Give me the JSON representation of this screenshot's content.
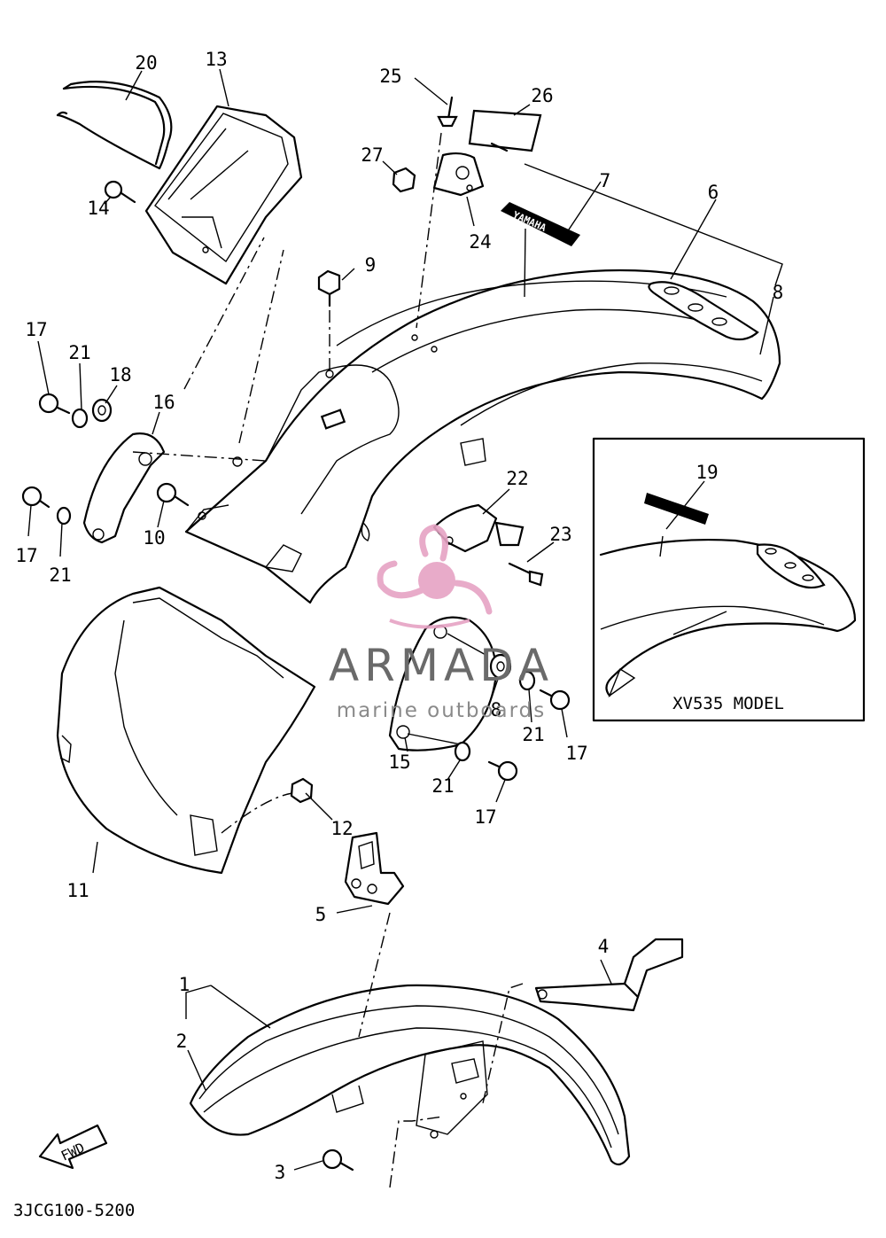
{
  "diagram": {
    "part_numbers": {
      "p1": "1",
      "p2": "2",
      "p3": "3",
      "p4": "4",
      "p5": "5",
      "p6": "6",
      "p7": "7",
      "p8": "8",
      "p8b": "8",
      "p9": "9",
      "p10": "10",
      "p11": "11",
      "p12": "12",
      "p13": "13",
      "p14": "14",
      "p15": "15",
      "p16": "16",
      "p17a": "17",
      "p17b": "17",
      "p17c": "17",
      "p17d": "17",
      "p18": "18",
      "p19": "19",
      "p20": "20",
      "p21a": "21",
      "p21b": "21",
      "p21c": "21",
      "p21d": "21",
      "p22": "22",
      "p23": "23",
      "p24": "24",
      "p25": "25",
      "p26": "26",
      "p27": "27"
    },
    "inset_caption": "XV535 MODEL",
    "fwd_label": "FWD",
    "drawing_code": "3JCG100-5200",
    "emblem_text": "YAMAHA"
  },
  "watermark": {
    "brand": "ARMADA",
    "tagline": "marine outboards",
    "logo_color": "#e6a3c4",
    "text_color": "#6a6a6a"
  }
}
